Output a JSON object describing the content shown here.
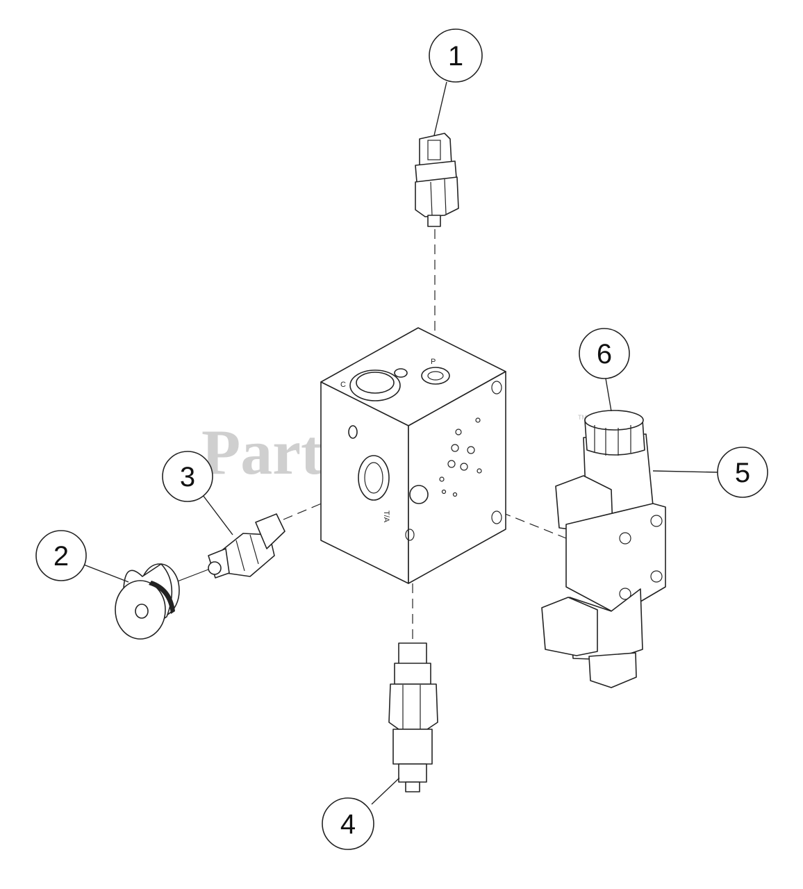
{
  "watermark": {
    "text": "PartsTree",
    "tm": "TM"
  },
  "callouts": [
    {
      "label": "1",
      "part": "pressure-switch"
    },
    {
      "label": "2",
      "part": "plug"
    },
    {
      "label": "3",
      "part": "relief-cartridge-valve"
    },
    {
      "label": "4",
      "part": "cartridge-valve"
    },
    {
      "label": "5",
      "part": "solenoid-directional-valve"
    },
    {
      "label": "6",
      "part": "solenoid-nut"
    }
  ],
  "block_markings": {
    "top_port": "P",
    "side_port": "T/A",
    "corner": "C"
  }
}
